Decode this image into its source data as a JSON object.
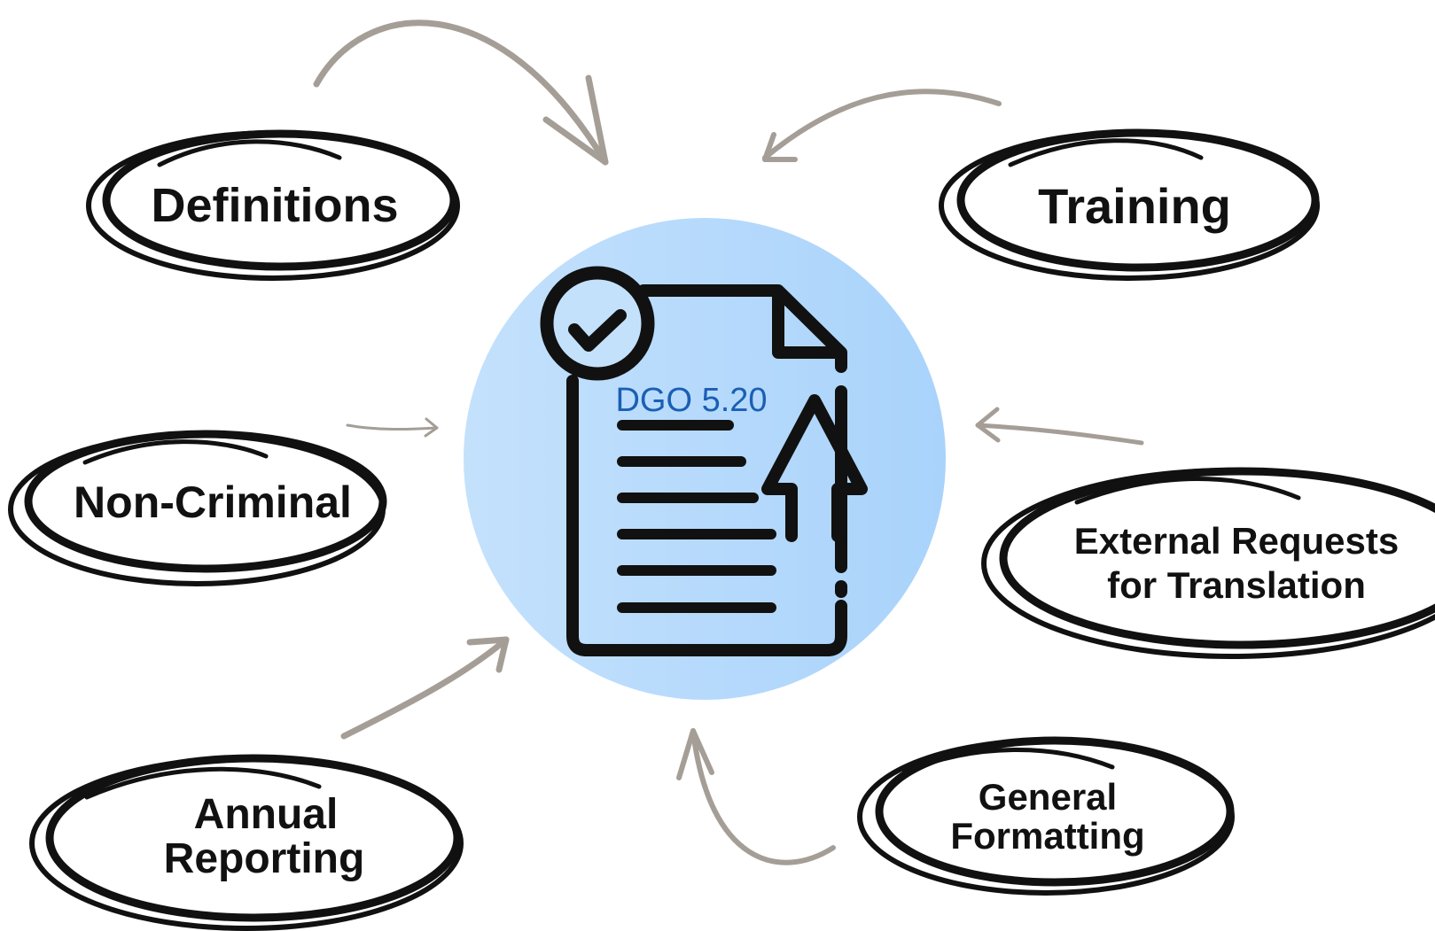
{
  "center": {
    "label": "DGO 5.20",
    "icon": "document-upload-check-icon",
    "circle_color": "#b9dcfc"
  },
  "nodes": {
    "definitions": "Definitions",
    "training": "Training",
    "non_criminal": "Non-Criminal",
    "external_requests": [
      "External Requests",
      "for Translation"
    ],
    "annual_reporting": [
      "Annual",
      "Reporting"
    ],
    "general_formatting": [
      "General",
      "Formatting"
    ]
  },
  "colors": {
    "arrow": "#a59e97",
    "ink": "#111111",
    "center_text": "#1a5fb4"
  }
}
